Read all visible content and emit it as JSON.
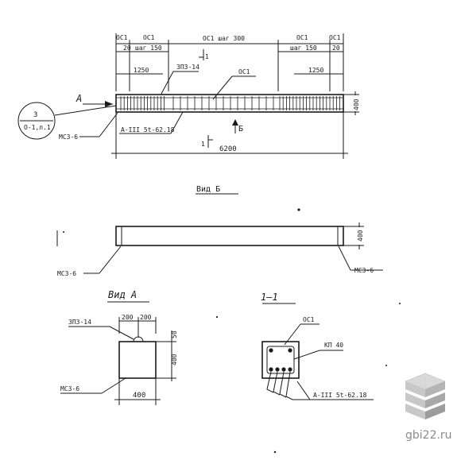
{
  "main_view": {
    "top_labels": {
      "oc1_left": "ОС1",
      "oc1_left2": "ОС1",
      "oc1_mid": "ОС1 шаг 300",
      "oc1_right": "ОС1",
      "oc1_right2": "ОС1",
      "step_left": "шаг 150",
      "step_right": "шаг 150",
      "d20_left": "20",
      "d20_right": "20"
    },
    "dims": {
      "left_1250": "1250",
      "right_1250": "1250",
      "height": "400",
      "total": "6200"
    },
    "callouts": {
      "zpz": "ЗПЗ-14",
      "oc1": "ОС1",
      "anchor": "А-III 5t-62.18",
      "mcz": "МСЗ-6"
    },
    "view_a_arrow": "А",
    "view_b_arrow": "Б",
    "section_mark": "1",
    "ref_circle": {
      "top": "3",
      "bottom": "О-1,л.1"
    }
  },
  "view_b": {
    "title": "Вид Б",
    "height": "400",
    "left_label": "МСЗ-6",
    "right_label": "МСЗ-6"
  },
  "view_a": {
    "title": "Вид А",
    "zpz": "ЗПЗ-14",
    "dim_200_left": "200",
    "dim_200_right": "200",
    "dim_50": "50",
    "dim_400_h": "400",
    "dim_400_w": "400",
    "mcz": "МСЗ-6"
  },
  "section_11": {
    "title": "1—1",
    "oc1": "ОС1",
    "kp": "КП 40",
    "anchor": "А-III 5t-62.18"
  },
  "watermark": {
    "text": "gbi22.ru"
  }
}
